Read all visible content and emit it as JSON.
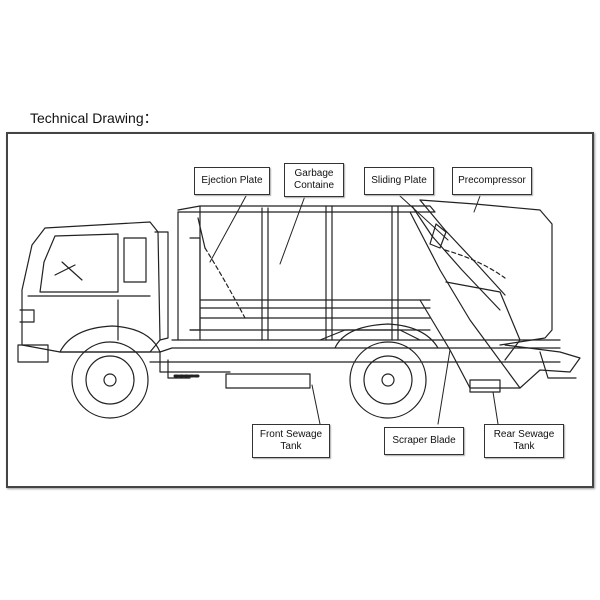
{
  "heading": "Technical Drawing：",
  "labels": {
    "ejection_plate": "Ejection Plate",
    "garbage_container": "Garbage\nContaine",
    "sliding_plate": "Sliding Plate",
    "precompressor": "Precompressor",
    "front_sewage_tank": "Front Sewage\nTank",
    "scraper_blade": "Scraper Blade",
    "rear_sewage_tank": "Rear Sewage\nTank"
  }
}
